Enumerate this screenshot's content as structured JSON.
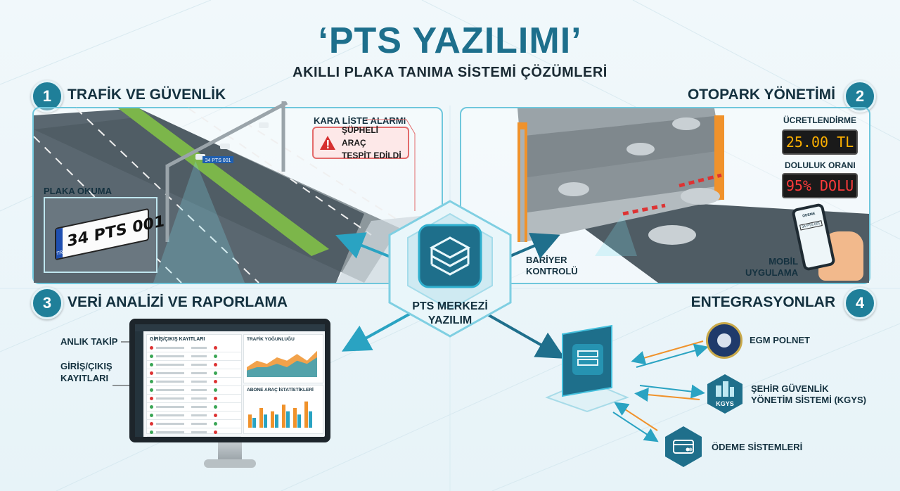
{
  "header": {
    "title": "‘PTS YAZILIMI’",
    "subtitle": "AKILLI PLAKA TANIMA SİSTEMİ ÇÖZÜMLERİ"
  },
  "sections": {
    "traffic": {
      "number": "1",
      "title": "TRAFİK VE GÜVENLİK",
      "plate_label": "PLAKA OKUMA",
      "plate": "34 PTS 001",
      "plate_country": "TR",
      "alarm_title": "KARA LİSTE ALARMI",
      "alarm_line1": "ŞÜPHELİ ARAÇ",
      "alarm_line2": "TESPİT EDİLDİ",
      "gantry_plate": "34 PTS 001"
    },
    "parking": {
      "number": "2",
      "title": "OTOPARK YÖNETİMİ",
      "fee_label": "ÜCRETLENDİRME",
      "fee_value": "25.00 TL",
      "occupancy_label": "DOLULUK ORANI",
      "occupancy_value": "95% DOLU",
      "barrier_line1": "BARİYER",
      "barrier_line2": "KONTROLÜ",
      "mobile_line1": "MOBİL",
      "mobile_line2": "UYGULAMA",
      "phone_header": "ÖDEME",
      "phone_plate": "34 PTS 001"
    },
    "analytics": {
      "number": "3",
      "title": "VERİ ANALİZİ VE RAPORLAMA",
      "live_label": "ANLIK TAKİP",
      "records_line1": "GİRİŞ/ÇIKIŞ",
      "records_line2": "KAYITLARI",
      "screen_table_title": "GİRİŞ/ÇIKIŞ KAYITLARI",
      "screen_traffic_title": "TRAFİK YOĞUNLUĞU",
      "screen_sub_title": "ABONE ARAÇ İSTATİSTİKLERİ"
    },
    "integrations": {
      "number": "4",
      "title": "ENTEGRASYONLAR",
      "item1": "EGM POLNET",
      "item2_line1": "ŞEHİR GÜVENLİK",
      "item2_line2": "YÖNETİM SİSTEMİ (KGYS)",
      "item3": "ÖDEME SİSTEMLERİ",
      "kgys_badge": "KGYS"
    }
  },
  "center": {
    "line1": "PTS MERKEZİ",
    "line2": "YAZILIM"
  },
  "chart_data": [
    {
      "type": "area",
      "series": [
        {
          "values": [
            3,
            5,
            4,
            6,
            5,
            7,
            5,
            8
          ]
        },
        {
          "values": [
            2,
            3,
            3,
            4,
            3,
            5,
            4,
            6
          ]
        }
      ]
    },
    {
      "type": "bar",
      "series": [
        {
          "values": [
            4,
            6,
            5,
            7,
            6,
            8
          ]
        },
        {
          "values": [
            3,
            4,
            4,
            5,
            4,
            5
          ]
        }
      ]
    }
  ],
  "colors": {
    "accent": "#1f7f99",
    "alarm": "#e36b6b",
    "led_fee": "#ffb000",
    "led_occ": "#ff3b3b",
    "orange": "#f0922b"
  }
}
